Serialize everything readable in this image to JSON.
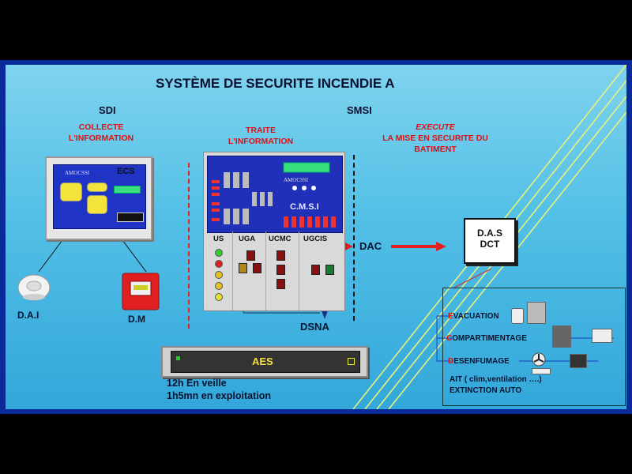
{
  "title": "SYSTÈME DE SECURITE INCENDIE A",
  "sections": {
    "sdi": {
      "header": "SDI",
      "lines": [
        "COLLECTE",
        "L'INFORMATION"
      ]
    },
    "cmsi": {
      "lines": [
        "TRAITE",
        "L'INFORMATION"
      ]
    },
    "smsi": {
      "header": "SMSI",
      "lines": [
        "EXECUTE",
        "LA MISE EN SECURITE DU",
        "BATIMENT"
      ]
    }
  },
  "ecs": {
    "brand": "AMOCSSI",
    "label": "ECS"
  },
  "detectors": {
    "dai": "D.A.I",
    "dm": "D.M"
  },
  "cmsi_panel": {
    "brand": "AMOCSSI",
    "label": "C.M.S.I",
    "columns": [
      "US",
      "UGA",
      "UCMC",
      "UGCIS"
    ]
  },
  "links": {
    "dac": "DAC",
    "dsna": "DSNA"
  },
  "das": {
    "line1": "D.A.S",
    "line2": "DCT"
  },
  "aes": {
    "label": "AES",
    "autonomy": [
      "12h En veille",
      "1h5mn  en exploitation"
    ]
  },
  "equipment": {
    "items": [
      {
        "first": "E",
        "rest": "VACUATION"
      },
      {
        "first": "C",
        "rest": "OMPARTIMENTAGE"
      },
      {
        "first": "D",
        "rest": "ESENFUMAGE"
      },
      {
        "first": "",
        "rest": "AIT ( clim,ventilation ….)"
      },
      {
        "first": "",
        "rest": "EXTINCTION AUTO"
      }
    ]
  },
  "colors": {
    "accent_red": "#d11111",
    "screen_blue": "#1f34c4",
    "background": "#4fbde6"
  }
}
